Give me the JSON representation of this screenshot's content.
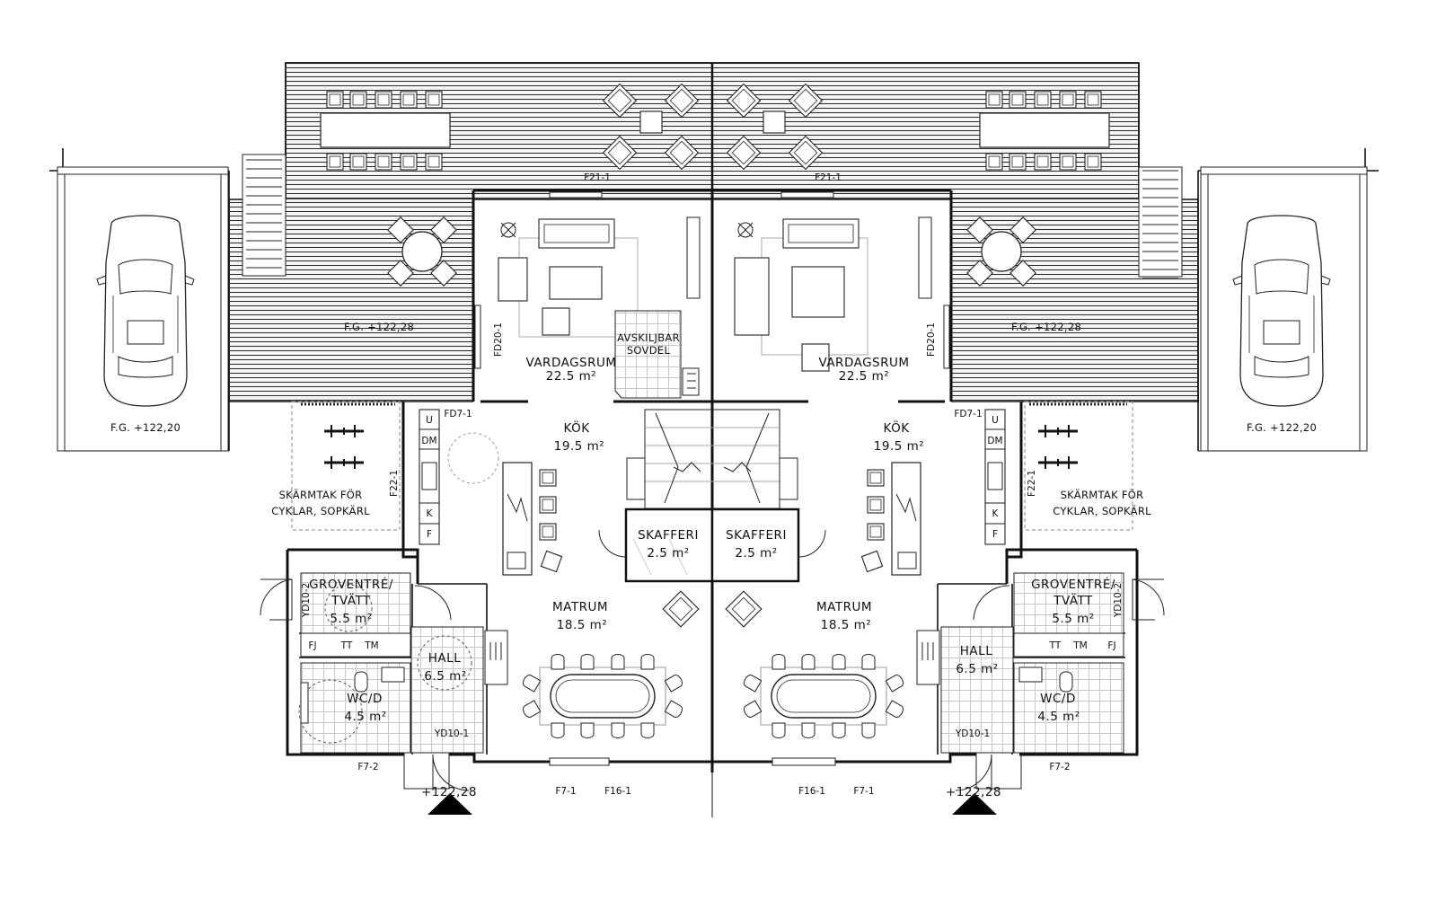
{
  "rooms": {
    "living": "VARDAGSRUM",
    "living_area": "22.5 m²",
    "kitchen": "KÖK",
    "kitchen_area": "19.5 m²",
    "dining": "MATRUM",
    "dining_area": "18.5 m²",
    "pantry": "SKAFFERI",
    "pantry_area": "2.5 m²",
    "utility_line1": "GROVENTRÉ/",
    "utility_line2": "TVÄTT",
    "utility_area": "5.5 m²",
    "wc": "WC/D",
    "wc_area": "4.5 m²",
    "hall": "HALL",
    "hall_area": "6.5 m²",
    "sleep_line1": "AVSKILJBAR",
    "sleep_line2": "SOVDEL"
  },
  "shelter": {
    "line1": "SKÄRMTAK FÖR",
    "line2": "CYKLAR, SOPKÄRL"
  },
  "levels": {
    "deck": "F.G. +122,28",
    "carport": "F.G. +122,20",
    "entry": "+122,28"
  },
  "codes": {
    "balcony_door": "F21-1",
    "patio_door": "FD20-1",
    "kitchen_door": "FD7-1",
    "kitchen_window": "F22-1",
    "utility_door": "YD10-2",
    "hall_door": "YD10-1",
    "wc_window": "F7-2",
    "dining_window_a": "F7-1",
    "dining_window_b": "F16-1"
  },
  "appliances": {
    "fridge": "U",
    "dishwasher": "DM",
    "cabinet": "K",
    "freezer": "F",
    "washer": "TT",
    "dryer": "TM",
    "drying_cabinet": "FJ"
  },
  "icons": [
    "car-icon",
    "bicycle-icon",
    "north-arrow-icon",
    "dining-table-icon",
    "armchair-icon"
  ]
}
